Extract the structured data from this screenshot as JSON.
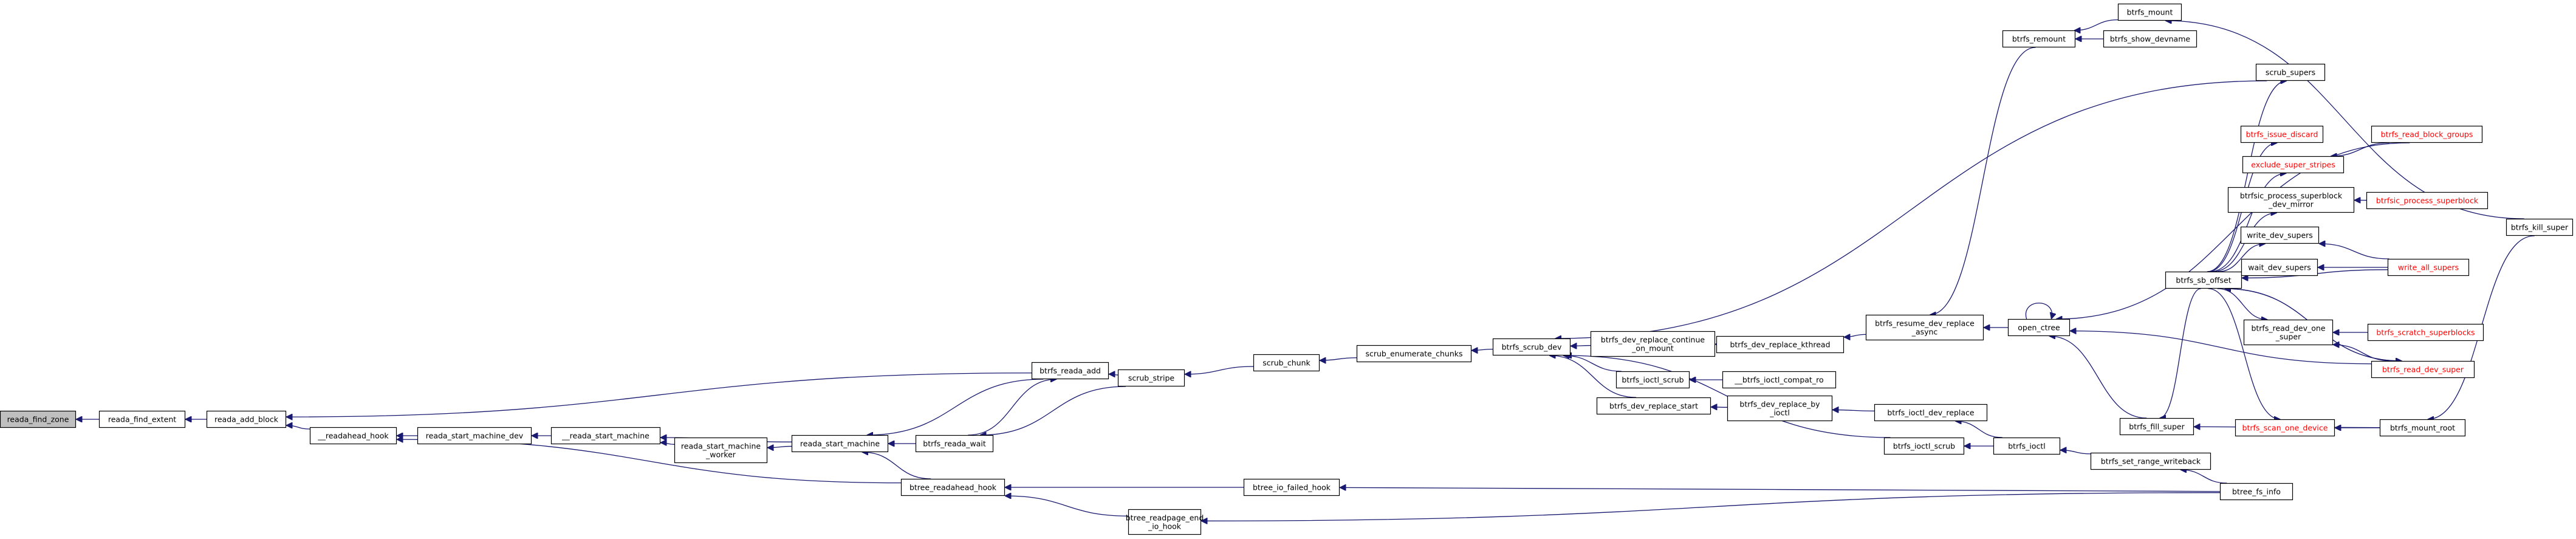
{
  "graph": {
    "nodes": [
      {
        "id": "reada_find_zone",
        "lines": [
          "reada_find_zone"
        ],
        "current": true
      },
      {
        "id": "reada_find_extent",
        "lines": [
          "reada_find_extent"
        ]
      },
      {
        "id": "reada_add_block",
        "lines": [
          "reada_add_block"
        ]
      },
      {
        "id": "__readahead_hook",
        "lines": [
          "__readahead_hook"
        ]
      },
      {
        "id": "btrfs_reada_add",
        "lines": [
          "btrfs_reada_add"
        ]
      },
      {
        "id": "reada_start_machine_dev",
        "lines": [
          "reada_start_machine_dev"
        ]
      },
      {
        "id": "btree_readahead_hook",
        "lines": [
          "btree_readahead_hook"
        ]
      },
      {
        "id": "__reada_start_machine",
        "lines": [
          "__reada_start_machine"
        ]
      },
      {
        "id": "reada_start_machine_worker",
        "lines": [
          "reada_start_machine",
          "_worker"
        ]
      },
      {
        "id": "reada_start_machine",
        "lines": [
          "reada_start_machine"
        ]
      },
      {
        "id": "btrfs_reada_wait",
        "lines": [
          "btrfs_reada_wait"
        ]
      },
      {
        "id": "scrub_stripe",
        "lines": [
          "scrub_stripe"
        ]
      },
      {
        "id": "btree_readpage_end_io_hook",
        "lines": [
          "btree_readpage_end",
          "_io_hook"
        ]
      },
      {
        "id": "scrub_chunk",
        "lines": [
          "scrub_chunk"
        ]
      },
      {
        "id": "btree_io_failed_hook",
        "lines": [
          "btree_io_failed_hook"
        ]
      },
      {
        "id": "scrub_enumerate_chunks",
        "lines": [
          "scrub_enumerate_chunks"
        ]
      },
      {
        "id": "btrfs_scrub_dev",
        "lines": [
          "btrfs_scrub_dev"
        ]
      },
      {
        "id": "btrfs_dev_replace_continue_on_mount",
        "lines": [
          "btrfs_dev_replace_continue",
          "_on_mount"
        ]
      },
      {
        "id": "btrfs_ioctl_scrub_top",
        "lines": [
          "btrfs_ioctl_scrub"
        ]
      },
      {
        "id": "btrfs_dev_replace_start",
        "lines": [
          "btrfs_dev_replace_start"
        ]
      },
      {
        "id": "btrfs_ioctl_scrub",
        "lines": [
          "btrfs_ioctl_scrub"
        ]
      },
      {
        "id": "btrfs_dev_replace_kthread",
        "lines": [
          "btrfs_dev_replace_kthread"
        ]
      },
      {
        "id": "__btrfs_ioctl_compat_ro",
        "lines": [
          "__btrfs_ioctl_compat_ro"
        ]
      },
      {
        "id": "btrfs_dev_replace_by_ioctl",
        "lines": [
          "btrfs_dev_replace_by",
          "_ioctl"
        ]
      },
      {
        "id": "btrfs_resume_dev_replace_async",
        "lines": [
          "btrfs_resume_dev_replace",
          "_async"
        ]
      },
      {
        "id": "btrfs_ioctl_dev_replace",
        "lines": [
          "btrfs_ioctl_dev_replace"
        ]
      },
      {
        "id": "btrfs_ioctl",
        "lines": [
          "btrfs_ioctl"
        ]
      },
      {
        "id": "btrfs_remount",
        "lines": [
          "btrfs_remount"
        ]
      },
      {
        "id": "open_ctree",
        "lines": [
          "open_ctree"
        ]
      },
      {
        "id": "btrfs_set_range_writeback",
        "lines": [
          "btrfs_set_range_writeback"
        ]
      },
      {
        "id": "btrfs_mount",
        "lines": [
          "btrfs_mount"
        ]
      },
      {
        "id": "btrfs_show_devname",
        "lines": [
          "btrfs_show_devname"
        ]
      },
      {
        "id": "scrub_supers",
        "lines": [
          "scrub_supers"
        ]
      },
      {
        "id": "btrfs_sb_offset",
        "lines": [
          "btrfs_sb_offset"
        ]
      },
      {
        "id": "btrfs_fill_super",
        "lines": [
          "btrfs_fill_super"
        ]
      },
      {
        "id": "btrfs_issue_discard",
        "lines": [
          "btrfs_issue_discard"
        ],
        "truncated": true
      },
      {
        "id": "exclude_super_stripes",
        "lines": [
          "exclude_super_stripes"
        ],
        "truncated": true
      },
      {
        "id": "btrfsic_process_superblock_dev_mirror",
        "lines": [
          "btrfsic_process_superblock",
          "_dev_mirror"
        ]
      },
      {
        "id": "write_dev_supers",
        "lines": [
          "write_dev_supers"
        ]
      },
      {
        "id": "wait_dev_supers",
        "lines": [
          "wait_dev_supers"
        ]
      },
      {
        "id": "btrfs_read_dev_one_super",
        "lines": [
          "btrfs_read_dev_one",
          "_super"
        ]
      },
      {
        "id": "btrfs_scan_one_device",
        "lines": [
          "btrfs_scan_one_device"
        ],
        "truncated": true
      },
      {
        "id": "btree_fs_info",
        "lines": [
          "btree_fs_info"
        ]
      },
      {
        "id": "btrfs_read_block_groups",
        "lines": [
          "btrfs_read_block_groups"
        ],
        "truncated": true
      },
      {
        "id": "btrfsic_process_superblock",
        "lines": [
          "btrfsic_process_superblock"
        ],
        "truncated": true
      },
      {
        "id": "write_all_supers",
        "lines": [
          "write_all_supers"
        ],
        "truncated": true
      },
      {
        "id": "btrfs_scratch_superblocks",
        "lines": [
          "btrfs_scratch_superblocks"
        ],
        "truncated": true
      },
      {
        "id": "btrfs_read_dev_super",
        "lines": [
          "btrfs_read_dev_super"
        ],
        "truncated": true
      },
      {
        "id": "btrfs_mount_root",
        "lines": [
          "btrfs_mount_root"
        ]
      },
      {
        "id": "btrfs_kill_super",
        "lines": [
          "btrfs_kill_super"
        ]
      }
    ],
    "edges": [
      [
        "reada_find_extent",
        "reada_find_zone"
      ],
      [
        "reada_add_block",
        "reada_find_extent"
      ],
      [
        "__readahead_hook",
        "reada_add_block"
      ],
      [
        "btrfs_reada_add",
        "reada_add_block"
      ],
      [
        "reada_start_machine_dev",
        "__readahead_hook"
      ],
      [
        "btree_readahead_hook",
        "__readahead_hook"
      ],
      [
        "__reada_start_machine",
        "reada_start_machine_dev"
      ],
      [
        "reada_start_machine_worker",
        "__reada_start_machine"
      ],
      [
        "reada_start_machine",
        "__reada_start_machine"
      ],
      [
        "reada_start_machine",
        "reada_start_machine_worker"
      ],
      [
        "btrfs_reada_add",
        "reada_start_machine"
      ],
      [
        "btrfs_reada_wait",
        "reada_start_machine"
      ],
      [
        "btree_readahead_hook",
        "reada_start_machine"
      ],
      [
        "btrfs_reada_wait",
        "btrfs_reada_add"
      ],
      [
        "scrub_stripe",
        "btrfs_reada_add"
      ],
      [
        "scrub_stripe",
        "btrfs_reada_wait"
      ],
      [
        "btree_readpage_end_io_hook",
        "btree_readahead_hook"
      ],
      [
        "btree_io_failed_hook",
        "btree_readahead_hook"
      ],
      [
        "scrub_chunk",
        "scrub_stripe"
      ],
      [
        "scrub_enumerate_chunks",
        "scrub_chunk"
      ],
      [
        "btrfs_scrub_dev",
        "scrub_enumerate_chunks"
      ],
      [
        "btrfs_dev_replace_continue_on_mount",
        "btrfs_scrub_dev"
      ],
      [
        "btrfs_ioctl_scrub_top",
        "btrfs_scrub_dev"
      ],
      [
        "btrfs_dev_replace_start",
        "btrfs_scrub_dev"
      ],
      [
        "btrfs_ioctl_scrub",
        "btrfs_scrub_dev"
      ],
      [
        "scrub_supers",
        "btrfs_scrub_dev"
      ],
      [
        "btrfs_dev_replace_kthread",
        "btrfs_dev_replace_continue_on_mount"
      ],
      [
        "__btrfs_ioctl_compat_ro",
        "btrfs_ioctl_scrub_top"
      ],
      [
        "btrfs_dev_replace_by_ioctl",
        "btrfs_dev_replace_start"
      ],
      [
        "btrfs_ioctl",
        "btrfs_ioctl_scrub"
      ],
      [
        "btrfs_resume_dev_replace_async",
        "btrfs_dev_replace_kthread"
      ],
      [
        "btrfs_ioctl_dev_replace",
        "btrfs_dev_replace_by_ioctl"
      ],
      [
        "btrfs_ioctl",
        "btrfs_ioctl_dev_replace"
      ],
      [
        "btrfs_remount",
        "btrfs_resume_dev_replace_async"
      ],
      [
        "open_ctree",
        "btrfs_resume_dev_replace_async"
      ],
      [
        "btrfs_set_range_writeback",
        "btrfs_ioctl"
      ],
      [
        "btrfs_mount",
        "btrfs_remount"
      ],
      [
        "btrfs_show_devname",
        "btrfs_remount"
      ],
      [
        "open_ctree",
        "open_ctree"
      ],
      [
        "btrfs_fill_super",
        "open_ctree"
      ],
      [
        "btrfs_read_block_groups",
        "open_ctree"
      ],
      [
        "btrfs_read_dev_super",
        "open_ctree"
      ],
      [
        "btree_fs_info",
        "btrfs_set_range_writeback"
      ],
      [
        "btree_fs_info",
        "btree_io_failed_hook"
      ],
      [
        "btree_fs_info",
        "btree_readpage_end_io_hook"
      ],
      [
        "btrfs_kill_super",
        "btrfs_mount"
      ],
      [
        "btrfs_sb_offset",
        "scrub_supers"
      ],
      [
        "btrfs_sb_offset",
        "btrfs_issue_discard"
      ],
      [
        "btrfs_sb_offset",
        "exclude_super_stripes"
      ],
      [
        "btrfs_sb_offset",
        "btrfsic_process_superblock_dev_mirror"
      ],
      [
        "btrfs_sb_offset",
        "write_dev_supers"
      ],
      [
        "btrfs_sb_offset",
        "wait_dev_supers"
      ],
      [
        "btrfs_sb_offset",
        "btrfs_read_dev_one_super"
      ],
      [
        "btrfs_sb_offset",
        "btrfs_scan_one_device"
      ],
      [
        "btrfs_sb_offset",
        "btrfs_read_dev_super"
      ],
      [
        "btrfs_sb_offset",
        "btrfs_fill_super"
      ],
      [
        "btrfs_read_block_groups",
        "exclude_super_stripes"
      ],
      [
        "btrfsic_process_superblock",
        "btrfsic_process_superblock_dev_mirror"
      ],
      [
        "write_all_supers",
        "write_dev_supers"
      ],
      [
        "write_all_supers",
        "wait_dev_supers"
      ],
      [
        "write_all_supers",
        "btrfs_sb_offset"
      ],
      [
        "btrfs_scratch_superblocks",
        "btrfs_read_dev_one_super"
      ],
      [
        "btrfs_read_dev_super",
        "btrfs_read_dev_one_super"
      ],
      [
        "btrfs_read_dev_super",
        "btrfs_sb_offset"
      ],
      [
        "btrfs_mount_root",
        "btrfs_scan_one_device"
      ],
      [
        "btrfs_mount_root",
        "btrfs_fill_super"
      ],
      [
        "btrfs_kill_super",
        "btrfs_mount_root"
      ]
    ]
  }
}
